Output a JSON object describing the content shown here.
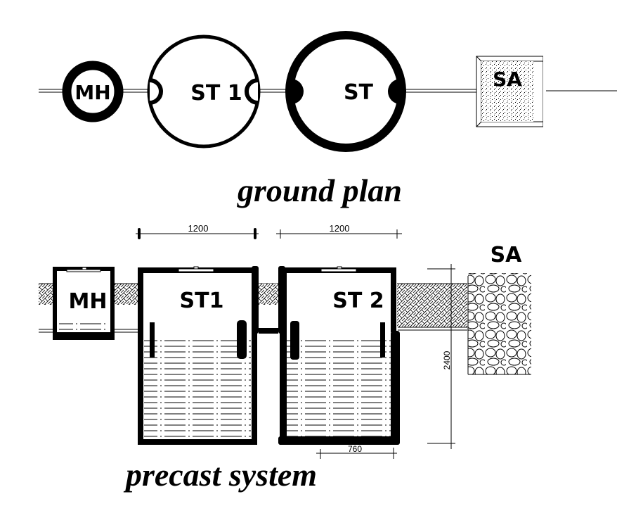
{
  "colors": {
    "ink": "#000000",
    "paper": "#ffffff"
  },
  "ground_plan": {
    "title": "ground plan",
    "manhole_label": "MH",
    "tank1_label": "ST 1",
    "tank2_label": "ST",
    "soakaway_label": "SA"
  },
  "precast_system": {
    "title": "precast system",
    "manhole_label": "MH",
    "tank1_label": "ST1",
    "tank2_label": "ST 2",
    "soakaway_label": "SA",
    "dimensions": {
      "tank1_width": "1200",
      "tank2_width": "1200",
      "depth": "2400",
      "base_width": "760"
    }
  }
}
